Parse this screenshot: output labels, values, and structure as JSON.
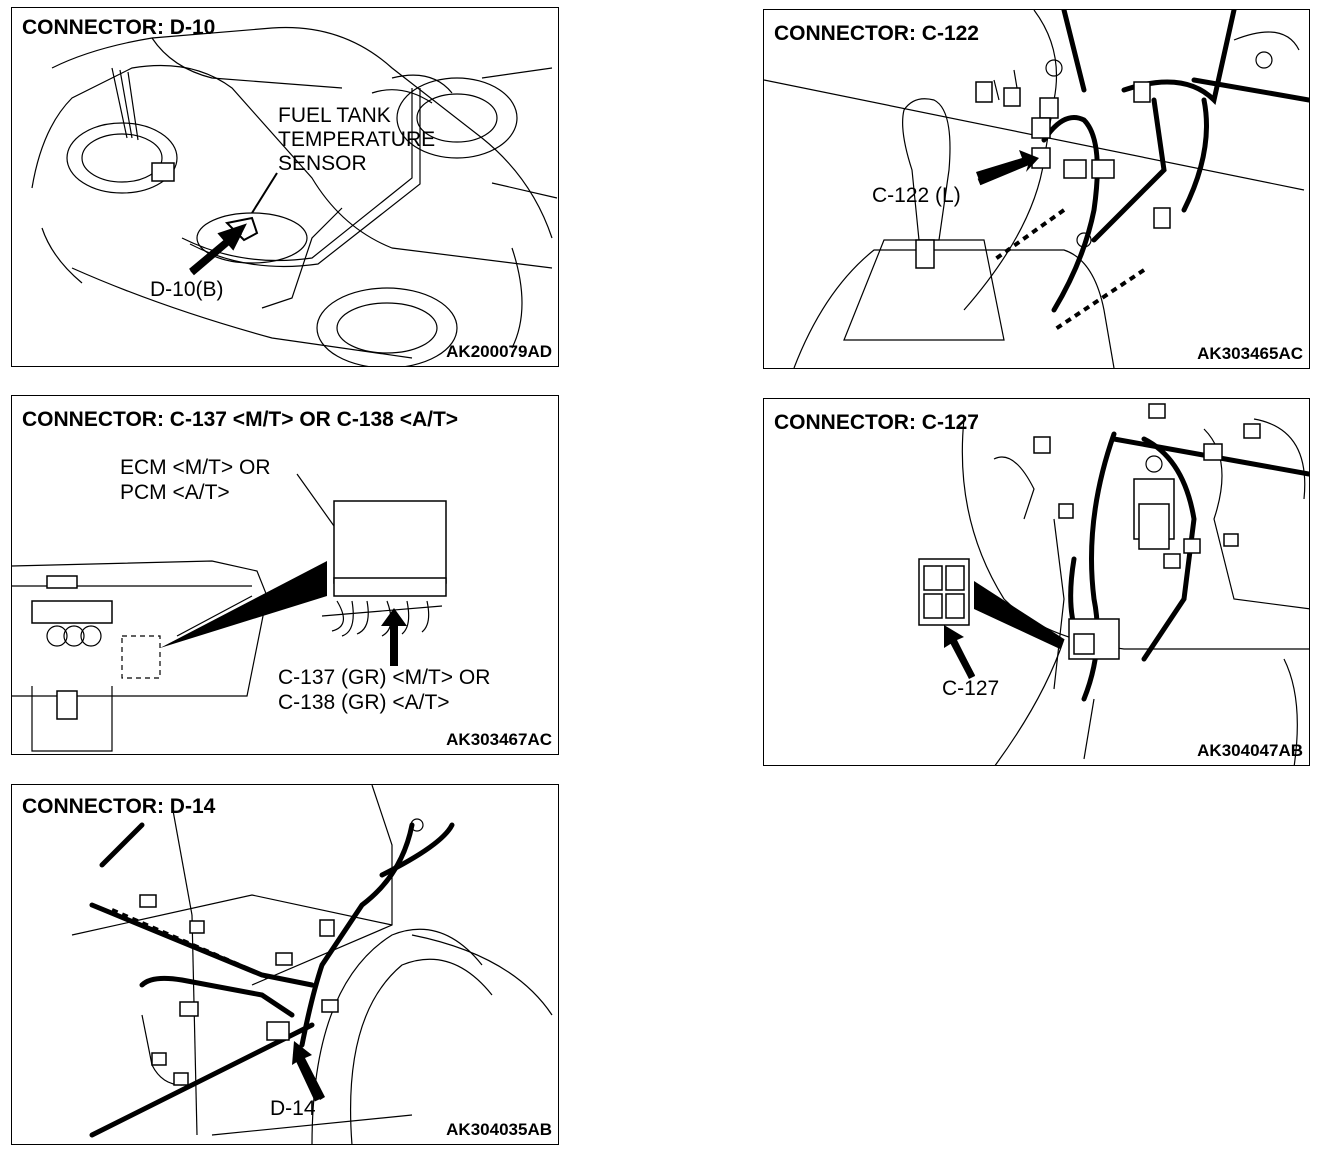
{
  "panels": {
    "d10": {
      "title": "CONNECTOR: D-10",
      "code": "AK200079AD",
      "sensor_label": [
        "FUEL TANK",
        "TEMPERATURE",
        "SENSOR"
      ],
      "connector_label": "D-10(B)"
    },
    "c122": {
      "title": "CONNECTOR: C-122",
      "code": "AK303465AC",
      "connector_label": "C-122 (L)"
    },
    "c137": {
      "title": "CONNECTOR: C-137 <M/T> OR C-138 <A/T>",
      "code": "AK303467AC",
      "module_label": [
        "ECM <M/T> OR",
        "PCM <A/T>"
      ],
      "connector_label": [
        "C-137 (GR) <M/T> OR",
        "C-138 (GR) <A/T>"
      ]
    },
    "c127": {
      "title": "CONNECTOR: C-127",
      "code": "AK304047AB",
      "connector_label": "C-127"
    },
    "d14": {
      "title": "CONNECTOR: D-14",
      "code": "AK304035AB",
      "connector_label": "D-14"
    }
  },
  "icons": [
    "arrow-icon",
    "connector-icon",
    "wire-harness-icon"
  ]
}
